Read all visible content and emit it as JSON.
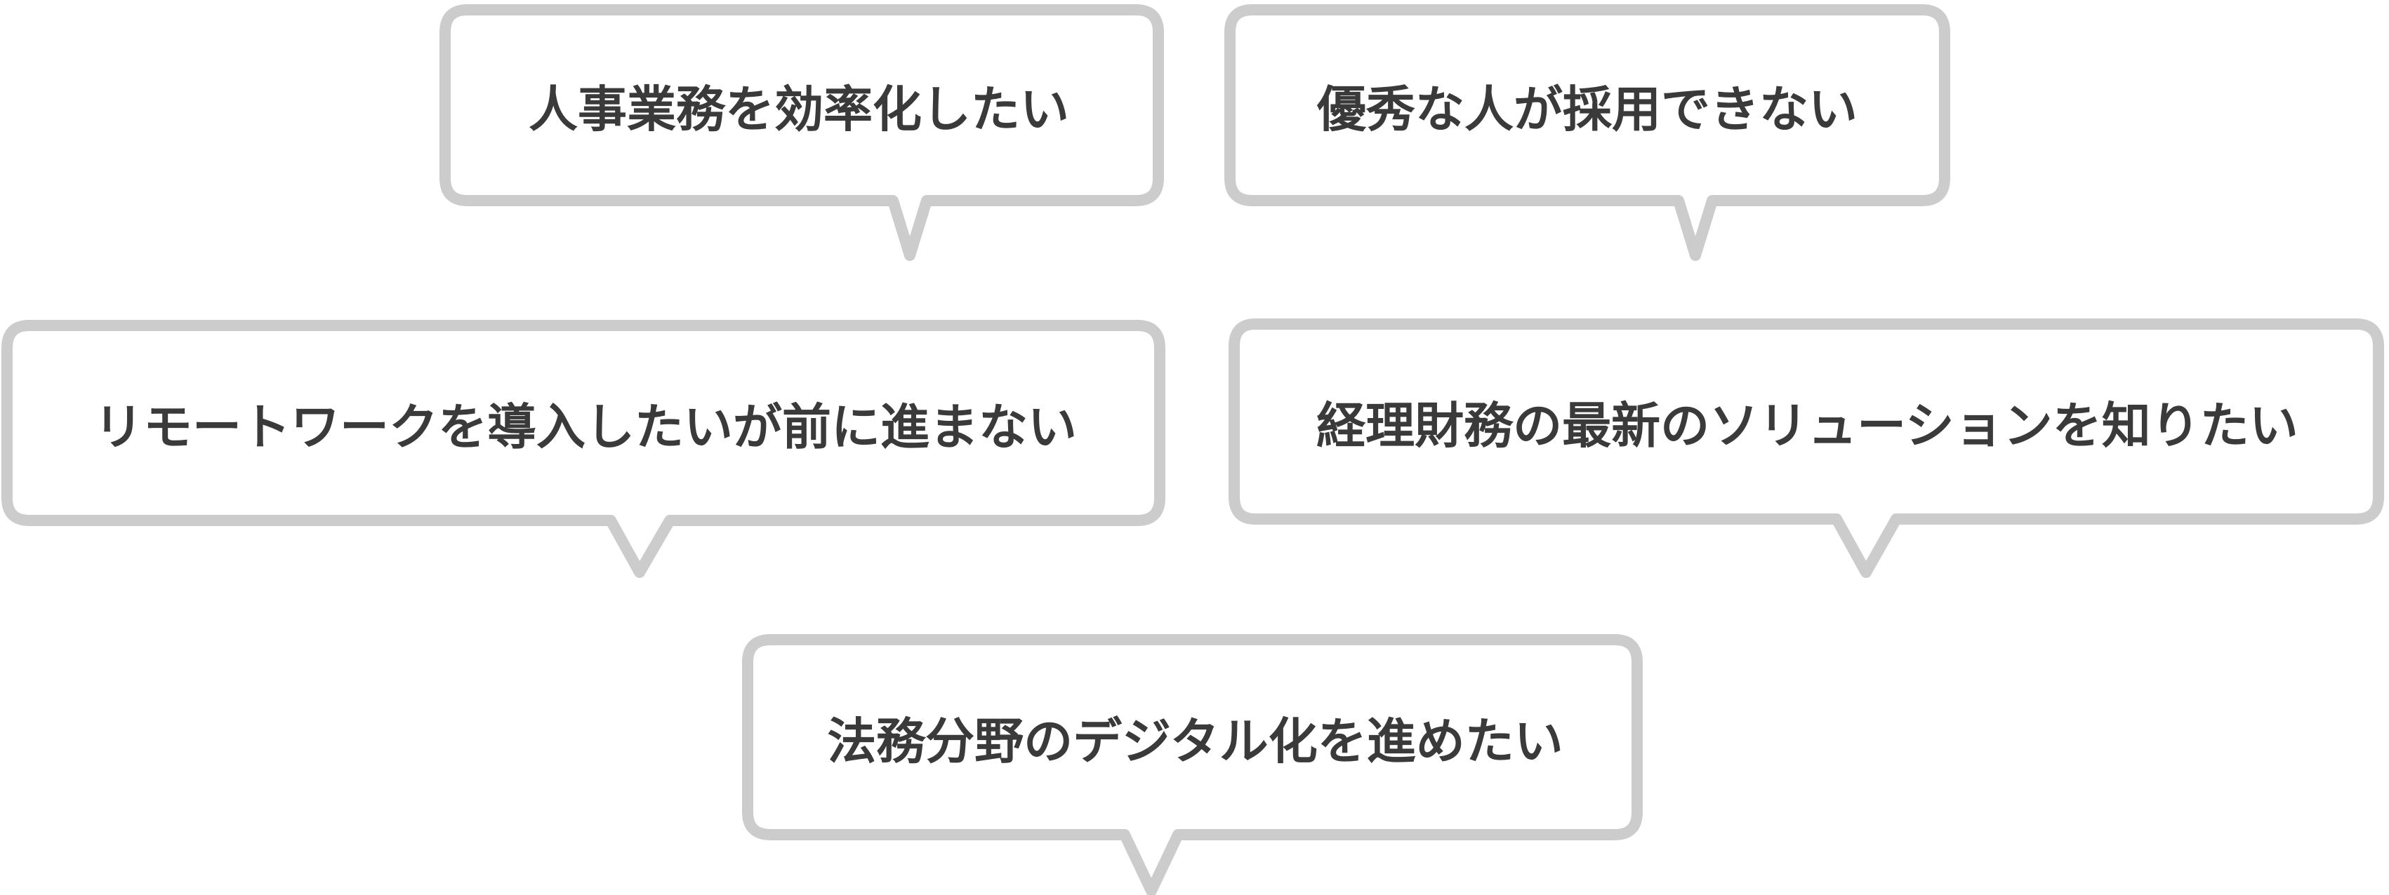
{
  "colors": {
    "border": "#cccccc",
    "fill": "#ffffff",
    "text": "#3a3a3a",
    "background": "#ffffff"
  },
  "bubbles": [
    {
      "id": "hr",
      "text": "人事業務を効率化したい"
    },
    {
      "id": "recruit",
      "text": "優秀な人が採用できない"
    },
    {
      "id": "remote",
      "text": "リモートワークを導入したいが前に進まない"
    },
    {
      "id": "accounting",
      "text": "経理財務の最新のソリューションを知りたい"
    },
    {
      "id": "legal",
      "text": "法務分野のデジタル化を進めたい"
    }
  ]
}
